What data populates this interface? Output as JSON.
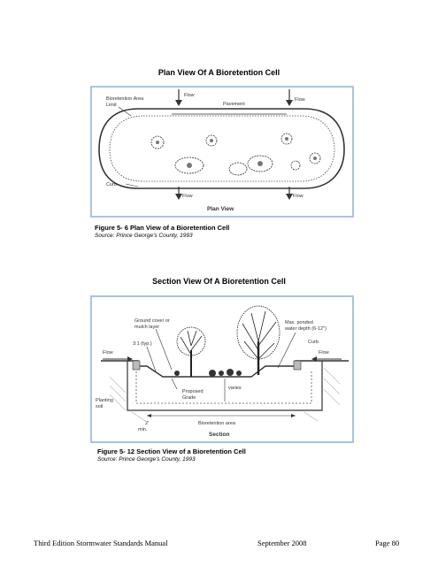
{
  "plan": {
    "heading": "Plan View Of A Bioretention Cell",
    "labels": {
      "area_limit_1": "Bioretention Area",
      "area_limit_2": "Limit",
      "flow_top_left": "Flow",
      "pavement": "Pavement",
      "flow_top_right": "Flow",
      "curb": "Curb",
      "flow_bottom_left": "Flow",
      "flow_bottom_right": "Flow",
      "view_title": "Plan View"
    },
    "caption": "Figure 5- 6 Plan View of a Bioretention Cell",
    "source": "Source:  Prince George's County, 1993"
  },
  "section": {
    "heading": "Section View Of A Bioretention Cell",
    "labels": {
      "ground_cover_1": "Ground cover or",
      "ground_cover_2": "mulch layer",
      "slope": "3:1 (typ.)",
      "flow_left": "Flow",
      "planting_1": "Planting",
      "planting_2": "soil",
      "proposed_1": "Proposed",
      "proposed_2": "Grade",
      "varies": "varies",
      "max_ponded_1": "Max. ponded",
      "max_ponded_2": "water depth (6-12\")",
      "curb": "Curb",
      "flow_right": "Flow",
      "bioretention_area": "Bioretention area",
      "min_1": "2'",
      "min_2": "min.",
      "view_title": "Section"
    },
    "caption": "Figure 5- 12 Section View of a Bioretention Cell",
    "source": "Source:  Prince George's County, 1993"
  },
  "footer": {
    "manual": "Third Edition Stormwater Standards Manual",
    "date": "September 2008",
    "page": "Page   80"
  },
  "colors": {
    "figure_border": "#a9c3e6"
  }
}
